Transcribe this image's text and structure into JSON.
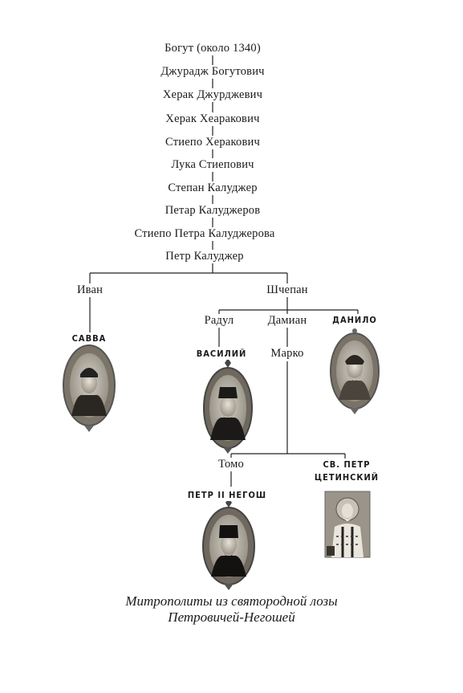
{
  "lineage": [
    "Богут (около 1340)",
    "Джурадж Богутович",
    "Херак Джурджевич",
    "Херак Хеаракович",
    "Стиепо Херакович",
    "Лука Стиепович",
    "Степан Калуджер",
    "Петар Калуджеров",
    "Стиепо Петра Калуджерова",
    "Петр Калуджер"
  ],
  "branches": {
    "ivan": "Иван",
    "shchepan": "Шчепан",
    "radul": "Радул",
    "damian": "Дамиан",
    "marko": "Марко",
    "tomo": "Томо"
  },
  "metropolitans": {
    "savva": "САВВА",
    "vasily": "ВАСИЛИЙ",
    "danilo": "ДАНИЛО",
    "petr2": "ПЕТР II НЕГОШ",
    "petr1_line1": "СВ. ПЕТР",
    "petr1_line2": "ЦЕТИНСКИЙ"
  },
  "caption": {
    "line1": "Митрополиты из святородной лозы",
    "line2": "Петровичей-Негошей"
  }
}
